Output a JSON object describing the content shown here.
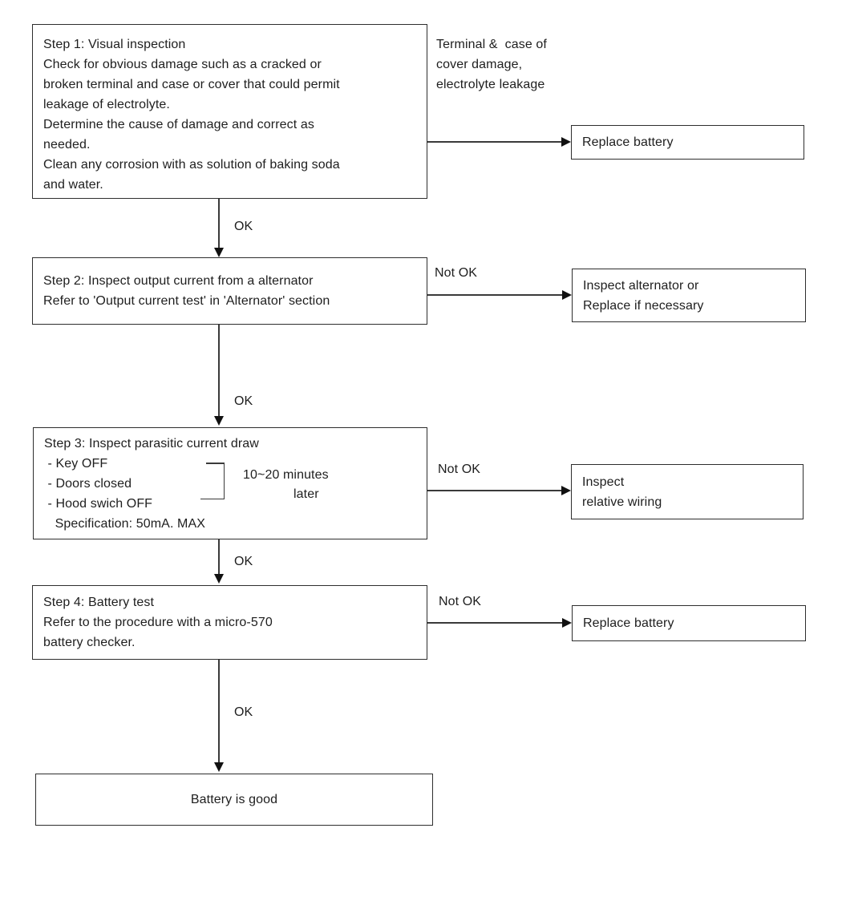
{
  "page": {
    "background_color": "#ffffff",
    "line_color": "#3a3a3a",
    "text_color": "#1e1e1e"
  },
  "flow": {
    "step1": {
      "text": "Step 1: Visual inspection\nCheck for obvious damage such as a cracked or\nbroken terminal and case or cover that could permit\nleakage of electrolyte.\nDetermine the cause of damage and correct as\nneeded.\nClean any corrosion with as solution of baking soda\nand water."
    },
    "step1_fail_note": {
      "text": "Terminal &  case of\ncover damage,\nelectrolyte leakage"
    },
    "replace_battery_1": {
      "text": "Replace battery"
    },
    "step2": {
      "text": "Step 2: Inspect output current from a alternator\nRefer to 'Output current test' in 'Alternator' section"
    },
    "inspect_alternator": {
      "text": "Inspect alternator or\nReplace if necessary"
    },
    "step3": {
      "text": "Step 3: Inspect parasitic current draw\n - Key OFF\n - Doors closed\n - Hood swich OFF\n   Specification: 50mA. MAX",
      "timing_line1": "10~20 minutes",
      "timing_line2": "later"
    },
    "inspect_wiring": {
      "text": "Inspect\nrelative wiring"
    },
    "step4": {
      "text": "Step 4: Battery test\nRefer to the procedure with a micro-570\nbattery checker."
    },
    "replace_battery_2": {
      "text": "Replace battery"
    },
    "battery_good": {
      "text": "Battery is good"
    },
    "labels": {
      "ok": "OK",
      "not_ok": "Not OK"
    }
  }
}
